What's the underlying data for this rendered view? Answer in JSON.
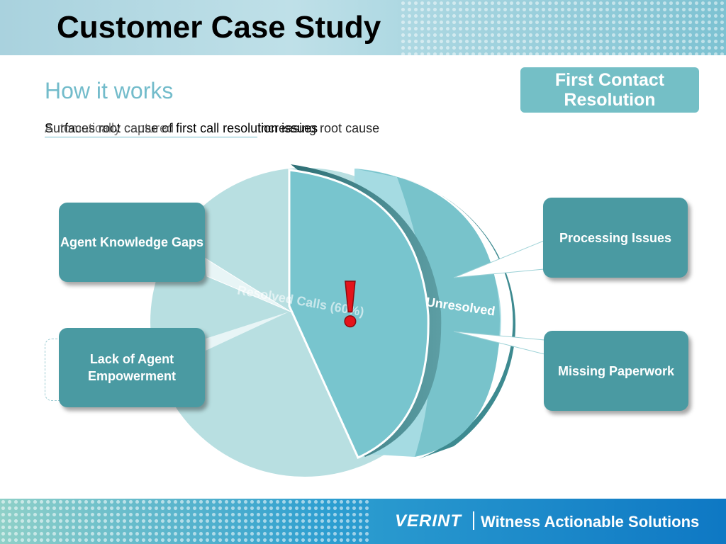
{
  "header": {
    "title": "Customer Case Study"
  },
  "slide": {
    "subtitle": "How it works",
    "badge": "First Contact Resolution",
    "overlap_text_1": "Surfaces root cause of first call resolution issues",
    "overlap_text_2": "Automatically captured",
    "overlap_text_3": "Increasing root cause"
  },
  "pie": {
    "resolved_label": "Resolved Calls (60%)",
    "unresolved_label": "Unresolved",
    "mark": "!"
  },
  "callouts": {
    "agent_knowledge": "Agent Knowledge Gaps",
    "lack_empowerment": "Lack of Agent Empowerment",
    "processing": "Processing Issues",
    "missing_paperwork": "Missing Paperwork"
  },
  "footer": {
    "brand": "VERINT",
    "tagline": "Witness Actionable Solutions"
  },
  "colors": {
    "teal": "#4a9aa2",
    "light_teal": "#74bfc6",
    "pale": "#b8dfe1",
    "accent": "#e3141b"
  }
}
